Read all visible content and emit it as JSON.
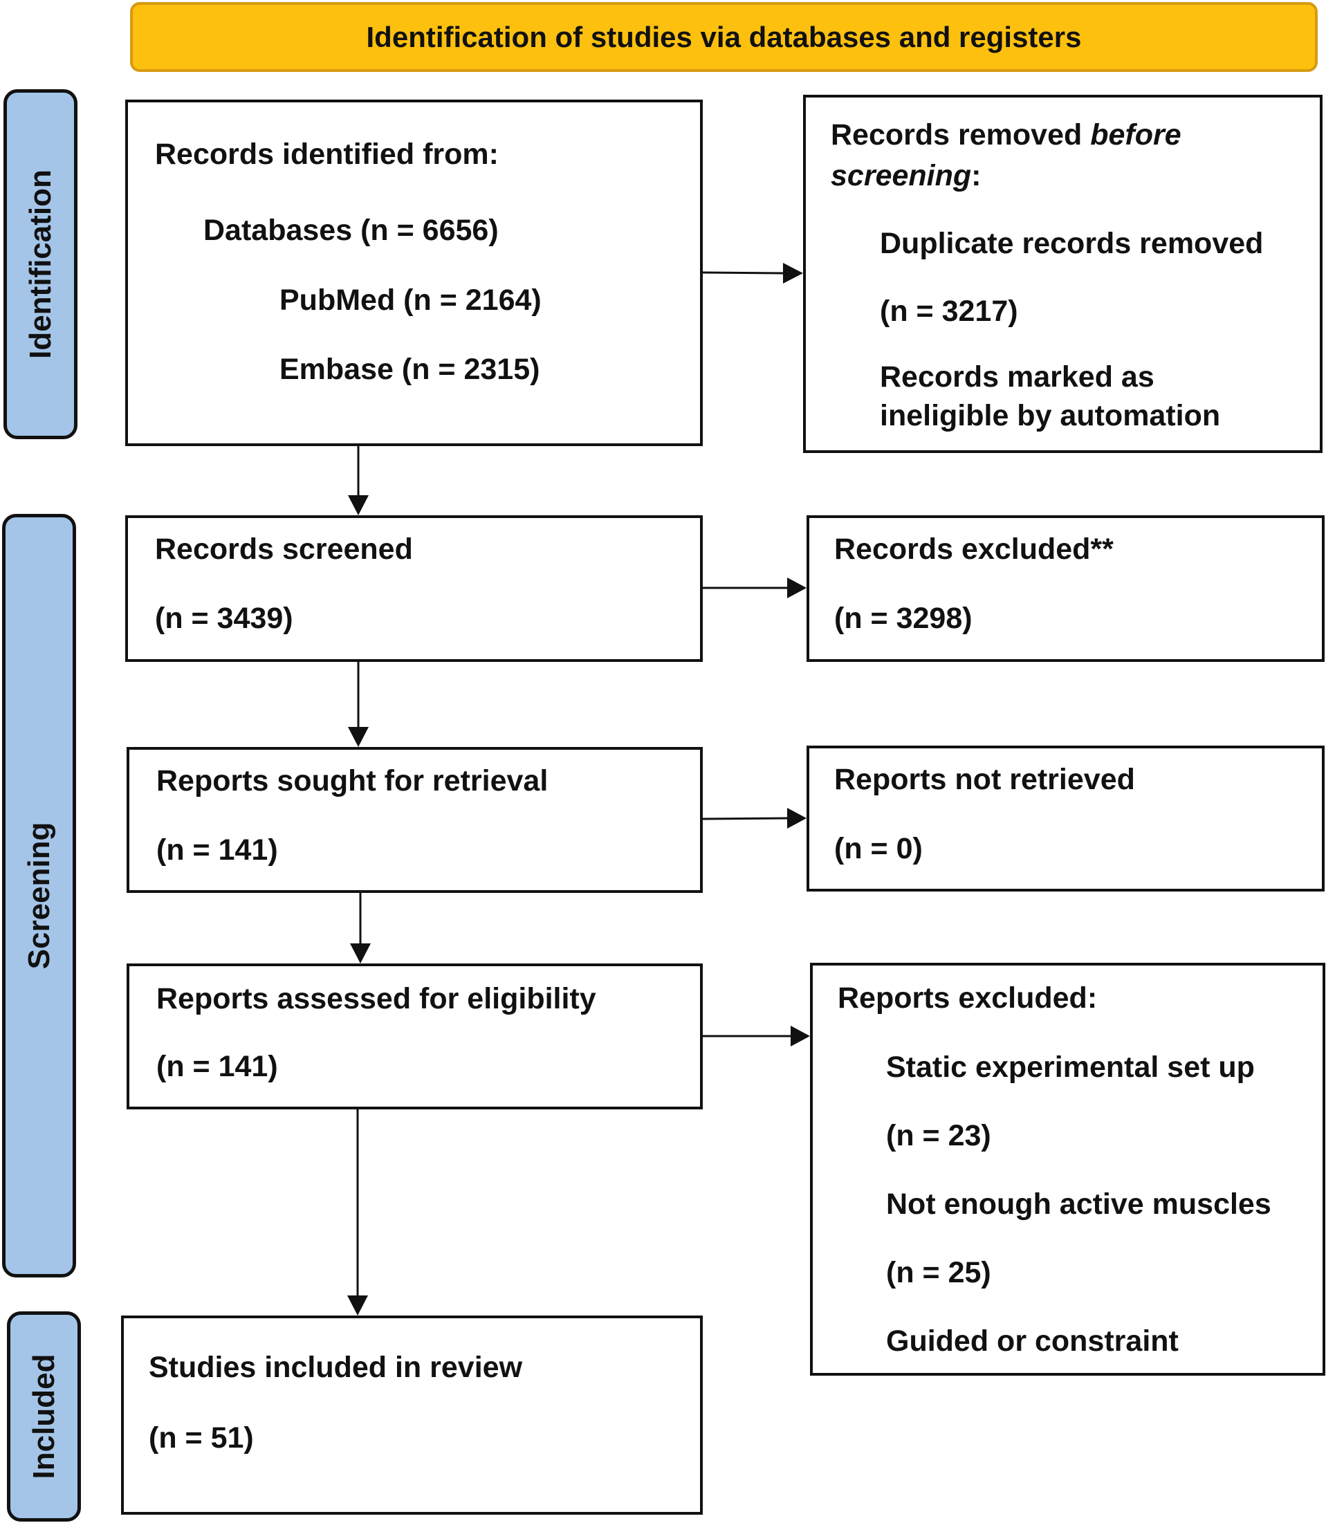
{
  "header": {
    "title": "Identification of studies via databases and registers"
  },
  "stages": {
    "identification": "Identification",
    "screening": "Screening",
    "included": "Included"
  },
  "records_identified": {
    "title": "Records identified from:",
    "databases": "Databases (n = 6656)",
    "pubmed": "PubMed (n = 2164)",
    "embase": "Embase (n = 2315)"
  },
  "records_removed": {
    "title_prefix": "Records removed ",
    "title_italic": "before",
    "title_italic2": "screening",
    "title_suffix": ":",
    "duplicate_label": "Duplicate records removed",
    "duplicate_count": "(n = 3217)",
    "ineligible_line1": "Records marked as",
    "ineligible_line2": "ineligible by automation"
  },
  "records_screened": {
    "label": "Records screened",
    "count": "(n = 3439)"
  },
  "records_excluded": {
    "label": "Records excluded**",
    "count": "(n = 3298)"
  },
  "reports_sought": {
    "label": "Reports sought for retrieval",
    "count": "(n = 141)"
  },
  "reports_not_retrieved": {
    "label": "Reports not retrieved",
    "count": "(n = 0)"
  },
  "reports_assessed": {
    "label": "Reports assessed for eligibility",
    "count": "(n = 141)"
  },
  "reports_excluded": {
    "title": "Reports excluded:",
    "reason1": "Static experimental set up",
    "count1": "(n = 23)",
    "reason2": "Not enough active muscles",
    "count2": "(n = 25)",
    "reason3": "Guided or constraint"
  },
  "studies_included": {
    "label": "Studies included in review",
    "count": "(n = 51)"
  }
}
